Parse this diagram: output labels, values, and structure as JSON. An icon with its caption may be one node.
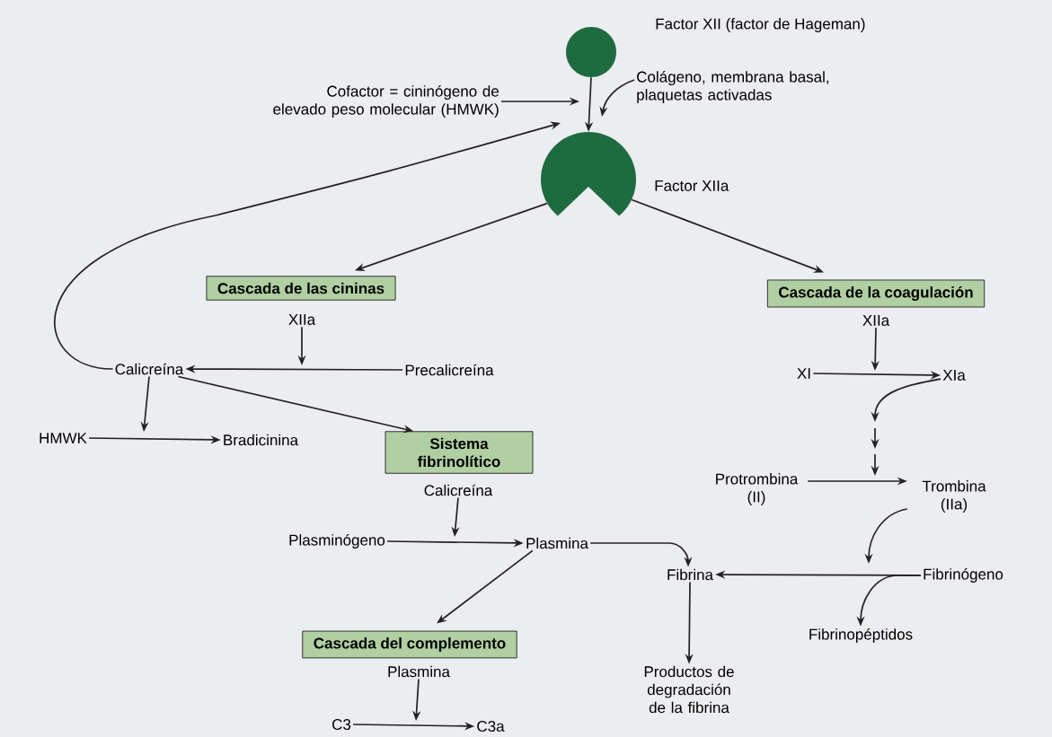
{
  "diagram": {
    "nodes": [
      {
        "text": [],
        "shape": "circle",
        "beside": [
          "Factor XII (factor de Hageman)"
        ]
      },
      {
        "text": [
          "Colágeno, membrana basal, plaquetas activadas"
        ]
      },
      {
        "text": [
          "Cofactor = cininógeno de elevado peso molecular (HMWK)"
        ]
      },
      {
        "text": [],
        "shape": "pacman",
        "beside": [
          "Factor XIIa"
        ]
      },
      {
        "text": [
          "Cascada de las cininas"
        ]
      },
      {
        "text": [
          "XIIa"
        ]
      },
      {
        "text": [
          "Calicreína"
        ]
      },
      {
        "text": [
          "Precalicreína"
        ]
      },
      {
        "text": [
          "HMWK"
        ]
      },
      {
        "text": [
          "Bradicinina"
        ]
      },
      {
        "text": [
          "Sistema fibrinolítico"
        ]
      },
      {
        "text": [
          "Calicreína"
        ]
      },
      {
        "text": [
          "Plasminógeno"
        ]
      },
      {
        "text": [
          "Plasmina"
        ]
      },
      {
        "text": [
          "Cascada del complemento"
        ]
      },
      {
        "text": [
          "Plasmina"
        ]
      },
      {
        "text": [
          "C3"
        ]
      },
      {
        "text": [
          "C3a"
        ]
      },
      {
        "text": [
          "Cascada de la coagulación"
        ]
      },
      {
        "text": [
          "XIIa"
        ]
      },
      {
        "text": [
          "XI"
        ]
      },
      {
        "text": [
          "XIa"
        ]
      },
      {
        "text": [
          "Protrombina (II)"
        ]
      },
      {
        "text": [
          "Trombina (IIa)"
        ]
      },
      {
        "text": [
          "Fibrina"
        ]
      },
      {
        "text": [
          "Fibrinógeno"
        ]
      },
      {
        "text": [
          "Fibrinopéptidos"
        ]
      },
      {
        "text": [
          "Productos de degradación de la fibrina"
        ]
      }
    ],
    "edges": [
      {
        "from": 0,
        "to": 3,
        "arrow": "to"
      },
      {
        "from": 1,
        "to": null,
        "arrow": "to"
      },
      {
        "from": 2,
        "to": null,
        "arrow": "to"
      },
      {
        "from": 6,
        "to": null,
        "arrow": "to"
      },
      {
        "from": 3,
        "to": 4,
        "arrow": "to"
      },
      {
        "from": 3,
        "to": 18,
        "arrow": "to"
      },
      {
        "from": 5,
        "to": null,
        "arrow": "to"
      },
      {
        "from": 7,
        "to": 6,
        "arrow": "to"
      },
      {
        "from": 6,
        "to": 10,
        "arrow": "to"
      },
      {
        "from": 6,
        "to": null,
        "arrow": "to"
      },
      {
        "from": 8,
        "to": 9,
        "arrow": "to"
      },
      {
        "from": 11,
        "to": null,
        "arrow": "to"
      },
      {
        "from": 12,
        "to": 13,
        "arrow": "to"
      },
      {
        "from": 13,
        "to": 14,
        "arrow": "to"
      },
      {
        "from": 15,
        "to": null,
        "arrow": "to"
      },
      {
        "from": 16,
        "to": 17,
        "arrow": "to"
      },
      {
        "from": 19,
        "to": null,
        "arrow": "to"
      },
      {
        "from": 20,
        "to": 21,
        "arrow": "to"
      },
      {
        "from": 21,
        "to": null,
        "arrow": "to"
      },
      {
        "from": 22,
        "to": 23,
        "arrow": "to"
      },
      {
        "from": 23,
        "to": null,
        "arrow": "to"
      },
      {
        "from": 25,
        "to": 24,
        "arrow": "to"
      },
      {
        "from": 25,
        "to": 26,
        "arrow": "to"
      },
      {
        "from": 13,
        "to": 24,
        "arrow": "to"
      },
      {
        "from": 24,
        "to": 27,
        "arrow": "to"
      }
    ]
  }
}
